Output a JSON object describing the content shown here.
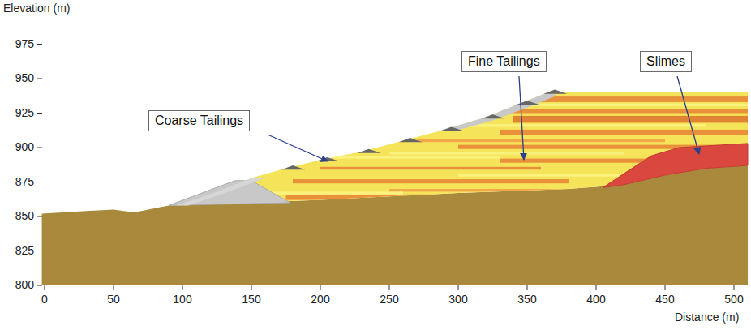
{
  "diagram": {
    "nodes": [
      {
        "text": [
          "Coarse Tailings"
        ]
      },
      {
        "text": [
          "Fine Tailings"
        ]
      },
      {
        "text": [
          "Slimes"
        ]
      }
    ],
    "labels": [
      "Elevation (m)",
      "975",
      "950",
      "925",
      "900",
      "875",
      "850",
      "825",
      "800",
      "0",
      "50",
      "100",
      "150",
      "200",
      "250",
      "300",
      "350",
      "400",
      "450",
      "500",
      "Distance (m)"
    ]
  }
}
